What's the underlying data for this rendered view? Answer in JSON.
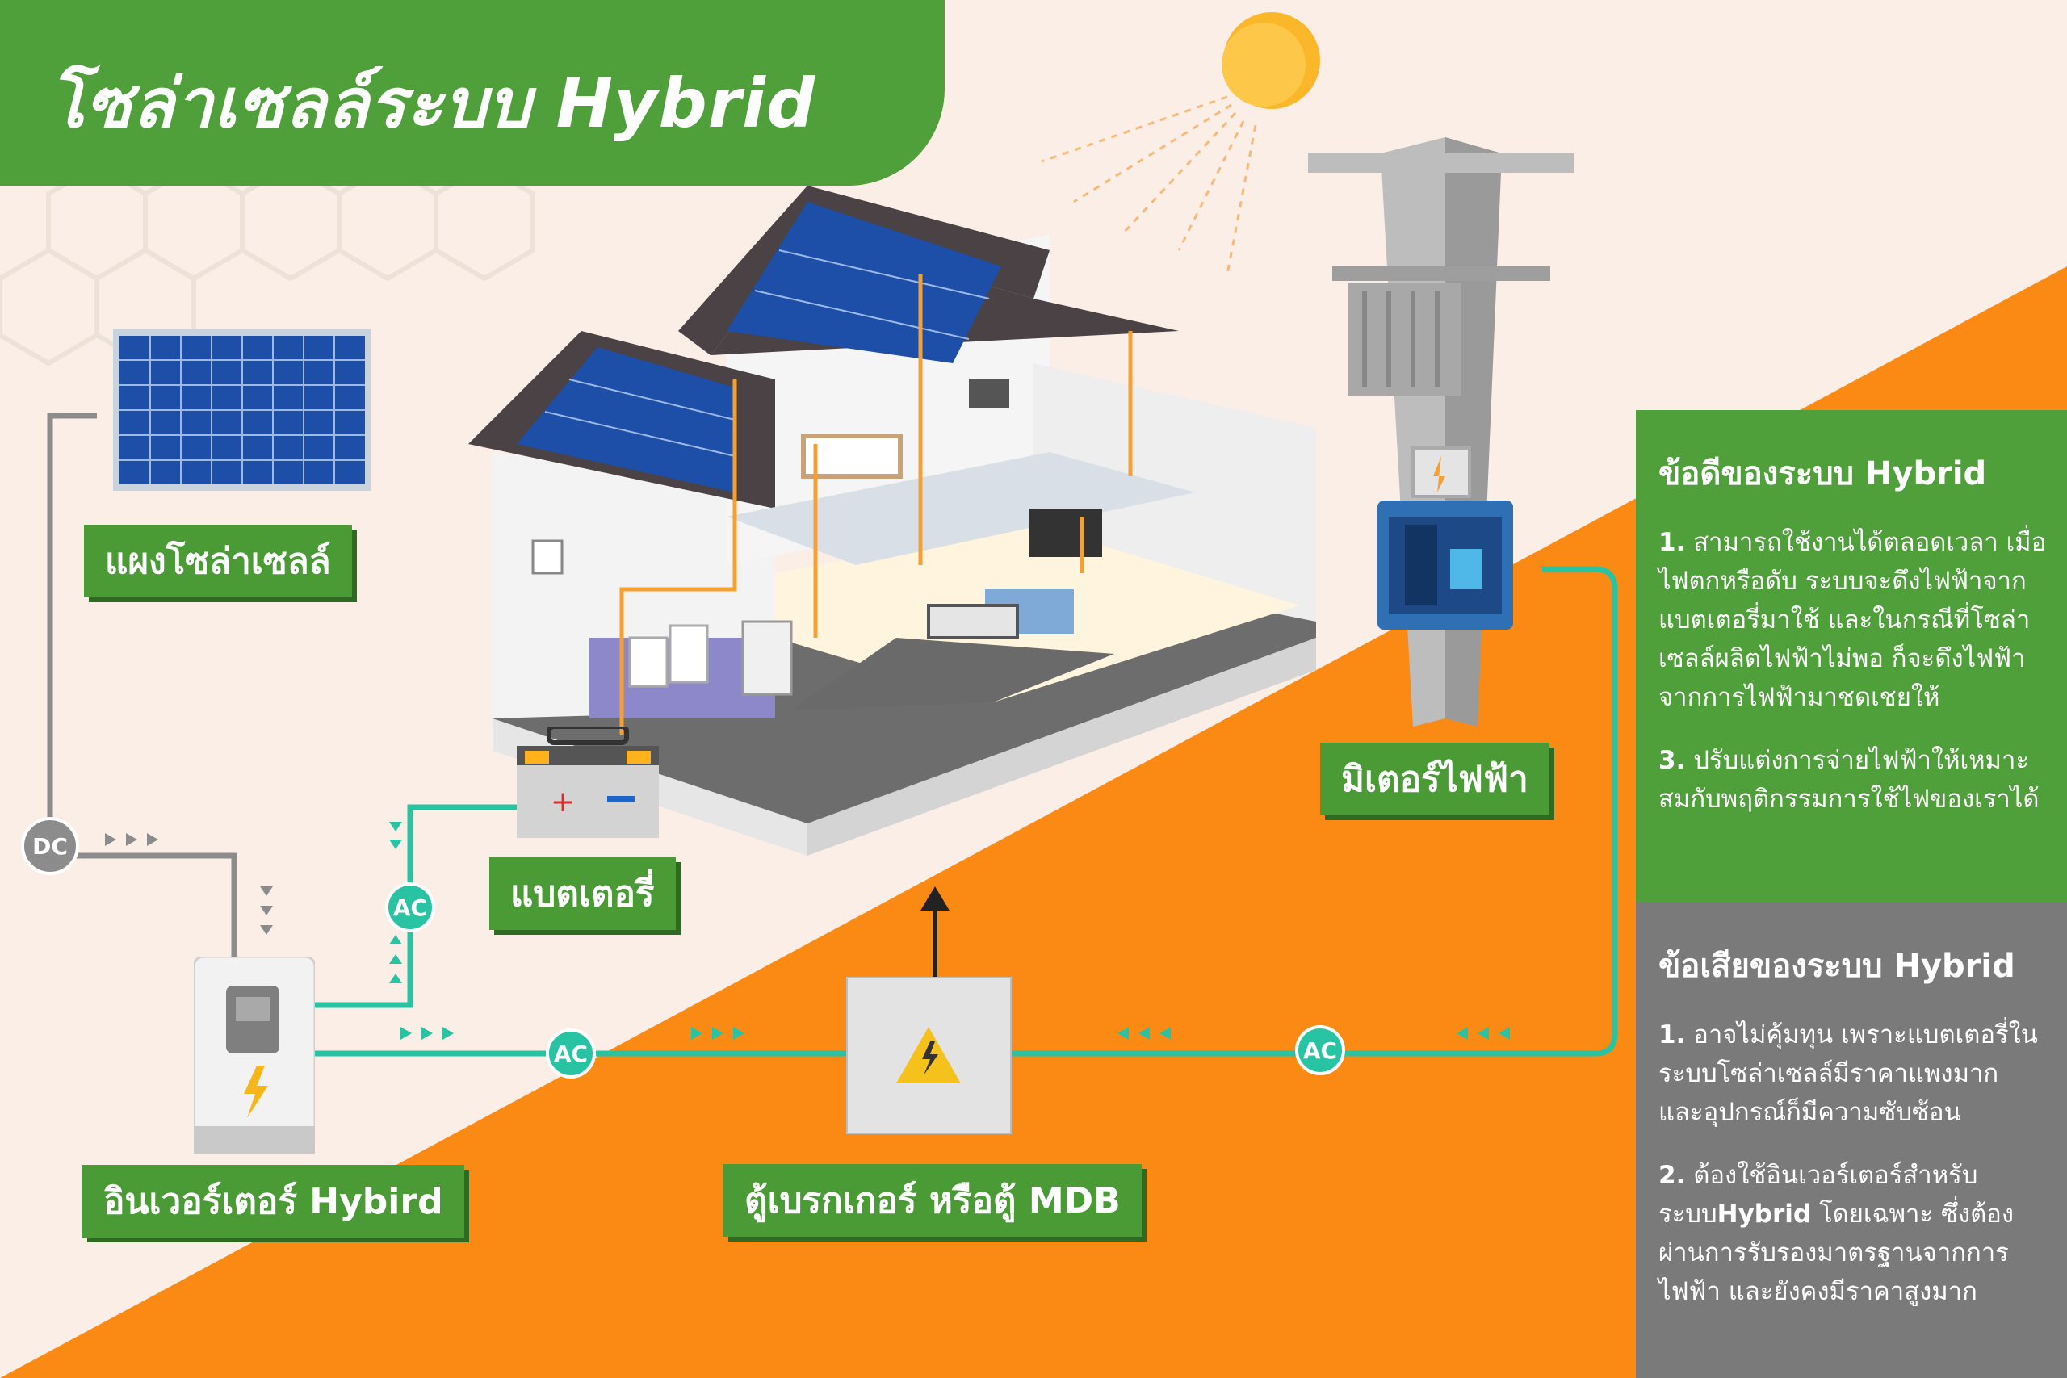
{
  "title": "โซล่าเซลล์ระบบ Hybrid",
  "labels": {
    "solar_panel": "แผงโซล่าเซลล์",
    "battery": "แบตเตอรี่",
    "inverter": "อินเวอร์เตอร์ Hybird",
    "breaker": "ตู้เบรกเกอร์ หรือตู้ MDB",
    "meter": "มิเตอร์ไฟฟ้า"
  },
  "connectors": {
    "dc": "DC",
    "ac_battery": "AC",
    "ac_inverter": "AC",
    "ac_meter": "AC"
  },
  "pros": {
    "heading": "ข้อดีของระบบ Hybrid",
    "items": [
      {
        "num": "1.",
        "text": "สามารถใช้งานได้ตลอดเวลา เมื่อไฟตกหรือดับ ระบบจะดึงไฟฟ้าจากแบตเตอรี่มาใช้ และในกรณีที่โซล่าเซลล์ผลิตไฟฟ้าไม่พอ ก็จะดึงไฟฟ้าจากการไฟฟ้ามาชดเชยให้"
      },
      {
        "num": "3.",
        "text": "ปรับแต่งการจ่ายไฟฟ้าให้เหมาะสมกับพฤติกรรมการใช้ไฟของเราได้"
      }
    ]
  },
  "cons": {
    "heading": "ข้อเสียของระบบ Hybrid",
    "items": [
      {
        "num": "1.",
        "text": "อาจไม่คุ้มทุน เพราะแบตเตอรี่ในระบบโซล่าเซลล์มีราคาแพงมาก และอุปกรณ์ก็มีความซับซ้อน"
      },
      {
        "num": "2.",
        "text": "ต้องใช้อินเวอร์เตอร์สำหรับระบบ",
        "bold": "Hybrid",
        "text2": " โดยเฉพาะ ซึ่งต้องผ่านการรับรองมาตรฐานจากการไฟฟ้า และยังคงมีราคาสูงมาก"
      }
    ]
  },
  "colors": {
    "green": "#4f9f3a",
    "orange": "#fb8a14",
    "teal": "#28c3a3",
    "gray": "#7a7a7a"
  },
  "icons": [
    "sun-icon",
    "solar-panel-icon",
    "house-icon",
    "battery-icon",
    "inverter-icon",
    "breaker-box-icon",
    "utility-pole-icon",
    "meter-box-icon",
    "lightning-icon"
  ]
}
